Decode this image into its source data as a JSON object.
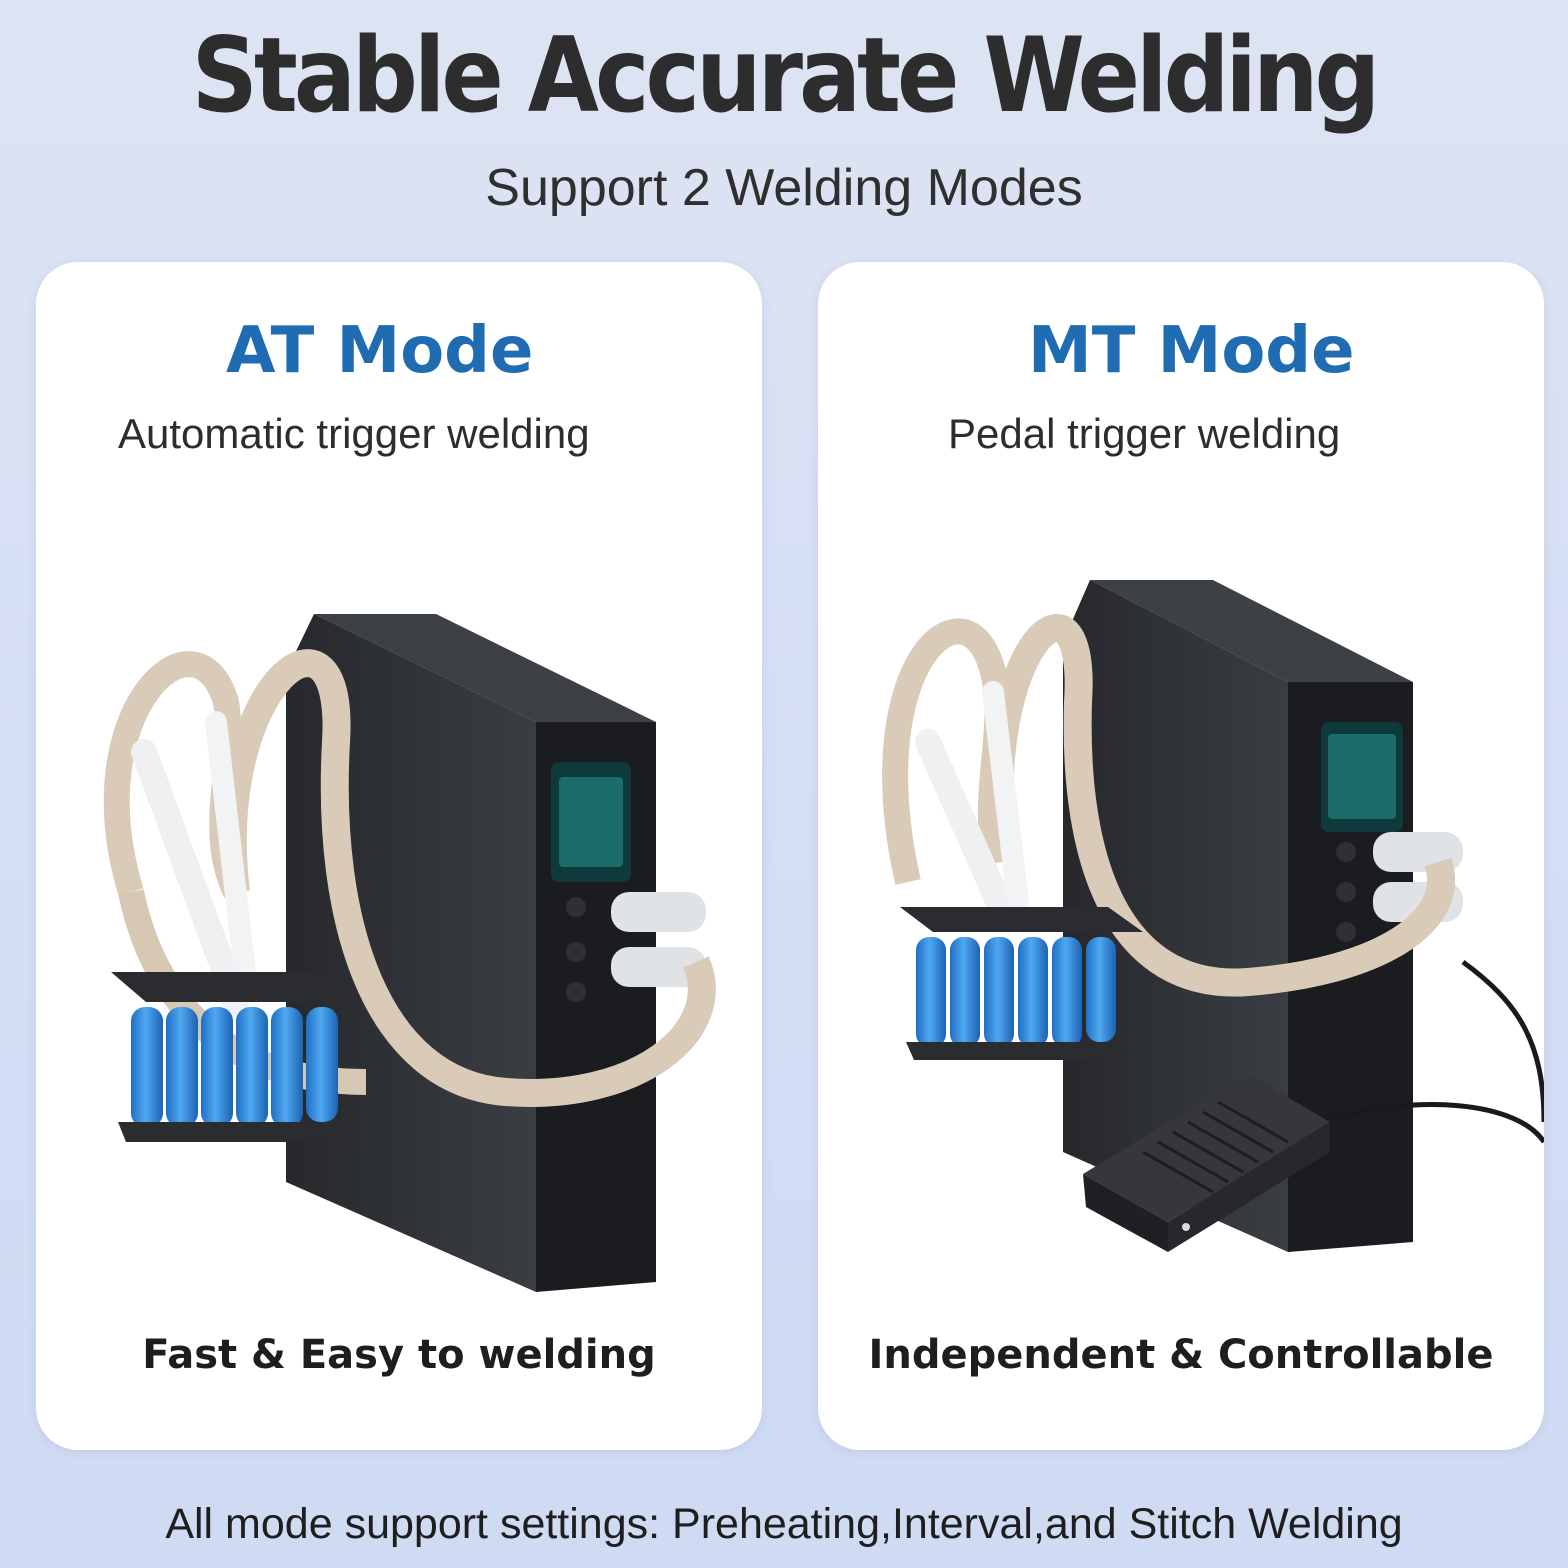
{
  "header": {
    "title": "Stable Accurate Welding",
    "subtitle": "Support 2 Welding Modes"
  },
  "modes": [
    {
      "title": "AT Mode",
      "description": "Automatic trigger welding",
      "tagline": "Fast & Easy to welding"
    },
    {
      "title": "MT Mode",
      "description": "Pedal trigger welding",
      "tagline": "Independent & Controllable"
    }
  ],
  "footer": {
    "note": "All mode support settings: Preheating,Interval,and Stitch Welding"
  },
  "colors": {
    "background": "#d6e0f4",
    "mode_title": "#1f6cb2",
    "card": "#ffffff",
    "battery": "#2f8fe0",
    "device": "#2b2d31"
  }
}
